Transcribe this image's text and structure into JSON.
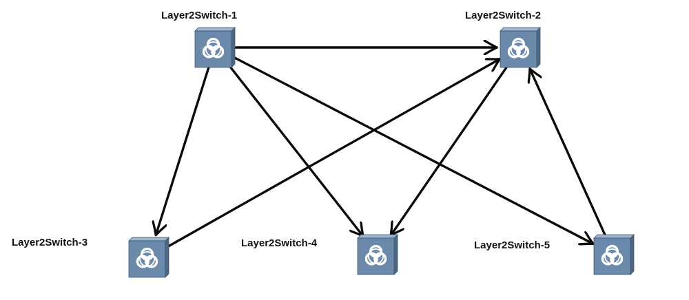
{
  "colors": {
    "device_face": "#6b89aa",
    "device_top": "#9db4cc",
    "device_side": "#4d6784",
    "link": "#0a0a0a"
  },
  "device_icon": "biohazard-icon",
  "nodes": [
    {
      "id": "sw1",
      "label": "Layer2Switch-1"
    },
    {
      "id": "sw2",
      "label": "Layer2Switch-2"
    },
    {
      "id": "sw3",
      "label": "Layer2Switch-3"
    },
    {
      "id": "sw4",
      "label": "Layer2Switch-4"
    },
    {
      "id": "sw5",
      "label": "Layer2Switch-5"
    }
  ],
  "links": [
    {
      "from": "sw1",
      "to": "sw2"
    },
    {
      "from": "sw1",
      "to": "sw3"
    },
    {
      "from": "sw1",
      "to": "sw4"
    },
    {
      "from": "sw1",
      "to": "sw5"
    },
    {
      "from": "sw3",
      "to": "sw2"
    },
    {
      "from": "sw2",
      "to": "sw4"
    },
    {
      "from": "sw5",
      "to": "sw2"
    }
  ]
}
